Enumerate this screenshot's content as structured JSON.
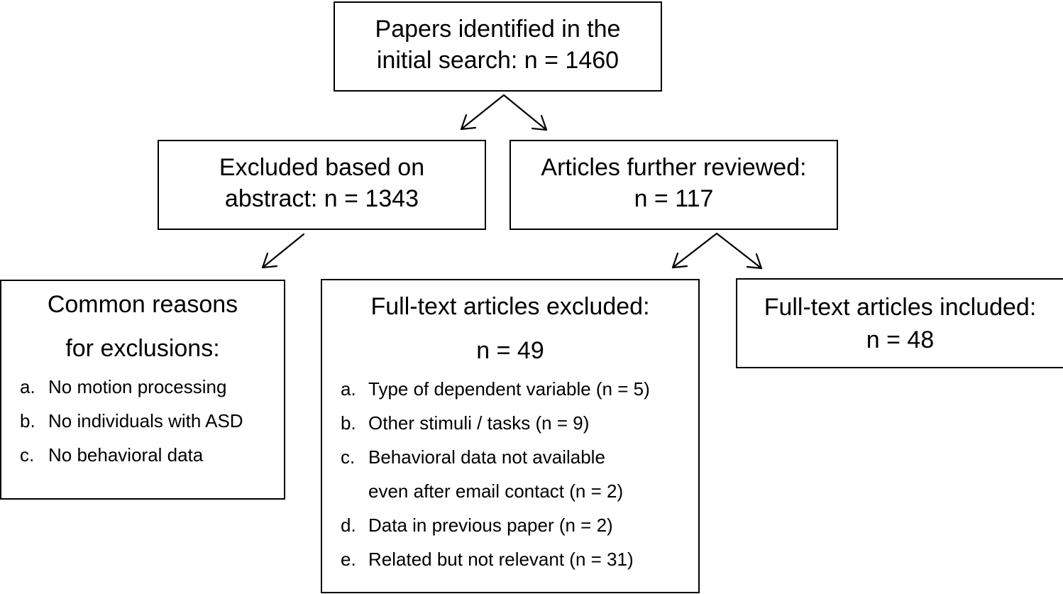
{
  "boxes": {
    "identified": {
      "line1": "Papers identified in the",
      "line2": "initial search: n = 1460"
    },
    "excluded_abstract": {
      "line1": "Excluded based on",
      "line2": "abstract: n = 1343"
    },
    "further_reviewed": {
      "line1": "Articles further reviewed:",
      "line2": "n = 117"
    },
    "common_reasons": {
      "line1": "Common reasons",
      "line2": "for exclusions:",
      "items": [
        {
          "marker": "a.",
          "text": "No motion processing"
        },
        {
          "marker": "b.",
          "text": "No individuals with ASD"
        },
        {
          "marker": "c.",
          "text": "No behavioral data"
        }
      ]
    },
    "fulltext_excluded": {
      "line1": "Full-text articles excluded:",
      "line2": "n = 49",
      "items": [
        {
          "marker": "a.",
          "text": "Type of dependent variable (n = 5)"
        },
        {
          "marker": "b.",
          "text": "Other stimuli / tasks (n = 9)"
        },
        {
          "marker": "c.",
          "text": "Behavioral data not available"
        },
        {
          "marker": "",
          "text": "even after email contact (n = 2)"
        },
        {
          "marker": "d.",
          "text": "Data in previous paper (n = 2)"
        },
        {
          "marker": "e.",
          "text": "Related but not relevant (n = 31)"
        }
      ]
    },
    "fulltext_included": {
      "line1": "Full-text articles included:",
      "line2": "n = 48"
    }
  }
}
